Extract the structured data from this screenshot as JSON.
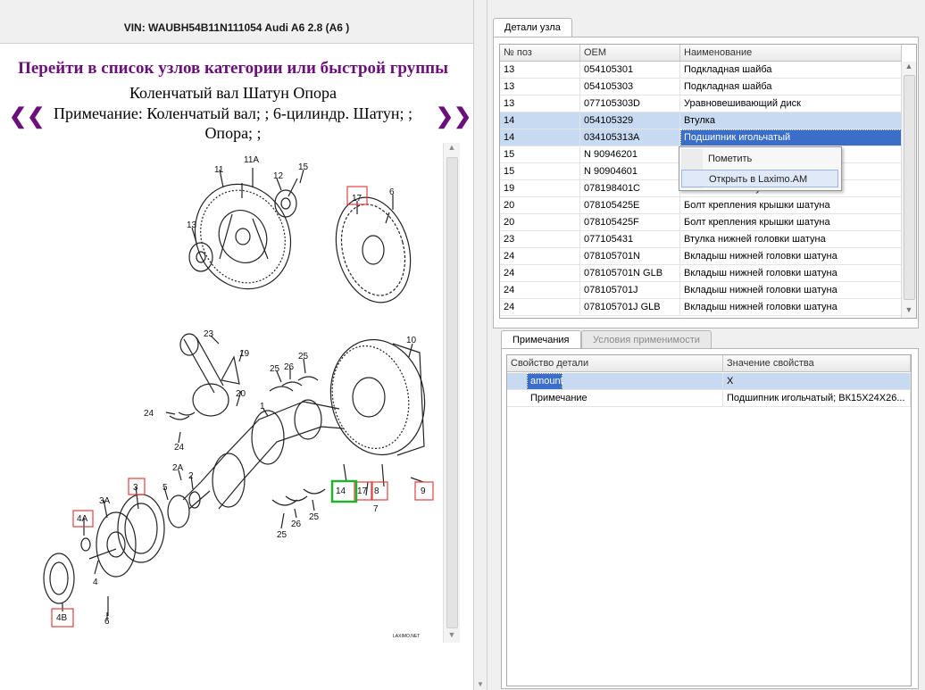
{
  "header": {
    "vin": "VIN: WAUBH54B11N111054 Audi A6 2.8 (A6 )",
    "category_link": "Перейти в список узлов категории или быстрой группы",
    "unit_name": "Коленчатый вал Шатун Опора",
    "note": "Примечание: Коленчатый вал; ; 6-цилиндр. Шатун; ; Опора; ;",
    "nav_prev": "❮❮",
    "nav_next": "❯❯"
  },
  "diagram": {
    "labels": [
      "11A",
      "11",
      "12",
      "15",
      "13",
      "17",
      "6",
      "23",
      "19",
      "10",
      "25",
      "26",
      "25",
      "20",
      "24",
      "24",
      "1",
      "2A",
      "2",
      "3",
      "5",
      "14",
      "17",
      "8",
      "9",
      "7",
      "3A",
      "4A",
      "4",
      "4B",
      "6",
      "26",
      "25",
      "25"
    ],
    "watermark": "LAXIMO.NET"
  },
  "right_panel": {
    "tab_details": "Детали узла",
    "columns": [
      "№ поз",
      "OEM",
      "Наименование"
    ],
    "rows": [
      {
        "pos": "13",
        "oem": "054105301",
        "name": "Подкладная шайба"
      },
      {
        "pos": "13",
        "oem": "054105303",
        "name": "Подкладная шайба"
      },
      {
        "pos": "13",
        "oem": "077105303D",
        "name": "Уравновешивающий диск"
      },
      {
        "pos": "14",
        "oem": "054105329",
        "name": "Втулка"
      },
      {
        "pos": "14",
        "oem": "034105313A",
        "name": "Подшипник игольчатый"
      },
      {
        "pos": "15",
        "oem": "N 90946201",
        "name": ""
      },
      {
        "pos": "15",
        "oem": "N 90904601",
        "name": ""
      },
      {
        "pos": "19",
        "oem": "078198401C",
        "name": "Р комплект шатунов"
      },
      {
        "pos": "20",
        "oem": "078105425E",
        "name": "Болт крепления крышки шатуна"
      },
      {
        "pos": "20",
        "oem": "078105425F",
        "name": "Болт крепления крышки шатуна"
      },
      {
        "pos": "23",
        "oem": "077105431",
        "name": "Втулка нижней головки шатуна"
      },
      {
        "pos": "24",
        "oem": "078105701N",
        "name": "Вкладыш нижней головки шатуна"
      },
      {
        "pos": "24",
        "oem": "078105701N GLB",
        "name": "Вкладыш нижней головки шатуна"
      },
      {
        "pos": "24",
        "oem": "078105701J",
        "name": "Вкладыш нижней головки шатуна"
      },
      {
        "pos": "24",
        "oem": "078105701J GLB",
        "name": "Вкладыш нижней головки шатуна"
      }
    ],
    "context_menu": [
      "Пометить",
      "Открыть в Laximo.AM"
    ],
    "tab_notes": "Примечания",
    "tab_conditions": "Условия применимости",
    "prop_columns": [
      "Свойство детали",
      "Значение свойства"
    ],
    "props": [
      {
        "name": "amount",
        "value": "X"
      },
      {
        "name": "Примечание",
        "value": "Подшипник игольчатый; ВК15Х24Х26..."
      }
    ]
  },
  "colors": {
    "link": "#6b0f7a",
    "selection": "#3a6ec8",
    "highlight_row": "#c7daf2",
    "callout_red": "#e04040",
    "callout_green": "#22b02e"
  }
}
